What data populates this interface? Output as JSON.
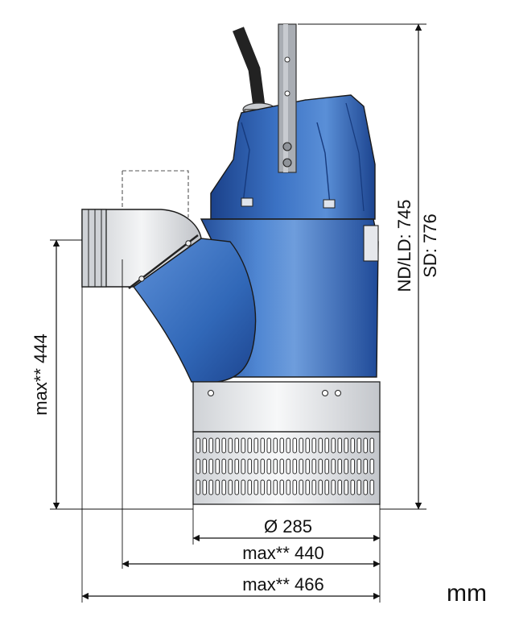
{
  "dimensions": {
    "height_nd_ld": "ND/LD: 745",
    "height_sd": "SD: 776",
    "outlet_height": "max** 444",
    "strainer_diameter": "Ø 285",
    "width_outlet": "max** 440",
    "width_overall": "max** 466"
  },
  "unit": "mm",
  "colors": {
    "pump_blue": "#2f63b6",
    "pump_blue_dark": "#1d4590",
    "pump_blue_light": "#6e9ddc",
    "outlet_grey": "#d9dbde",
    "strainer_grey": "#e9ebee",
    "handle_grey": "#a9adb3",
    "cable": "#222222"
  },
  "icons": [
    "pump-illustration",
    "lifting-handle",
    "power-cable",
    "discharge-outlet",
    "strainer-base"
  ]
}
